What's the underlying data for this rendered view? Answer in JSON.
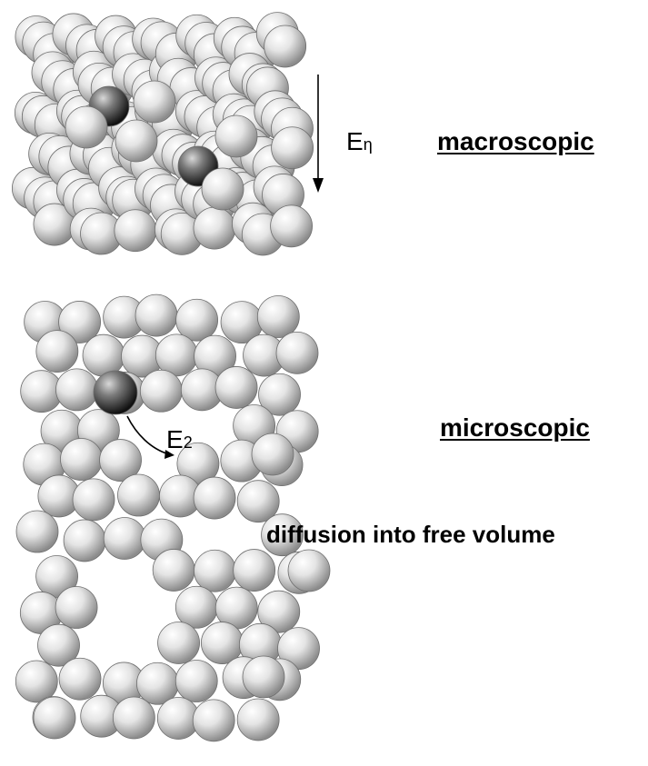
{
  "labels": {
    "macroscopic": "macroscopic",
    "microscopic": "microscopic",
    "diffusion": "diffusion into free volume"
  },
  "energies": {
    "macro": {
      "symbol": "E",
      "subscript": "η"
    },
    "micro": {
      "symbol": "E",
      "subscript": "2"
    }
  },
  "colors": {
    "sphere_light": "#e8e8e8",
    "sphere_highlight": "#ffffff",
    "sphere_shadow": "#7a7a7a",
    "probe_dark": "#1c1c1c",
    "probe_mid": "#8a8a8a",
    "text": "#000000"
  }
}
